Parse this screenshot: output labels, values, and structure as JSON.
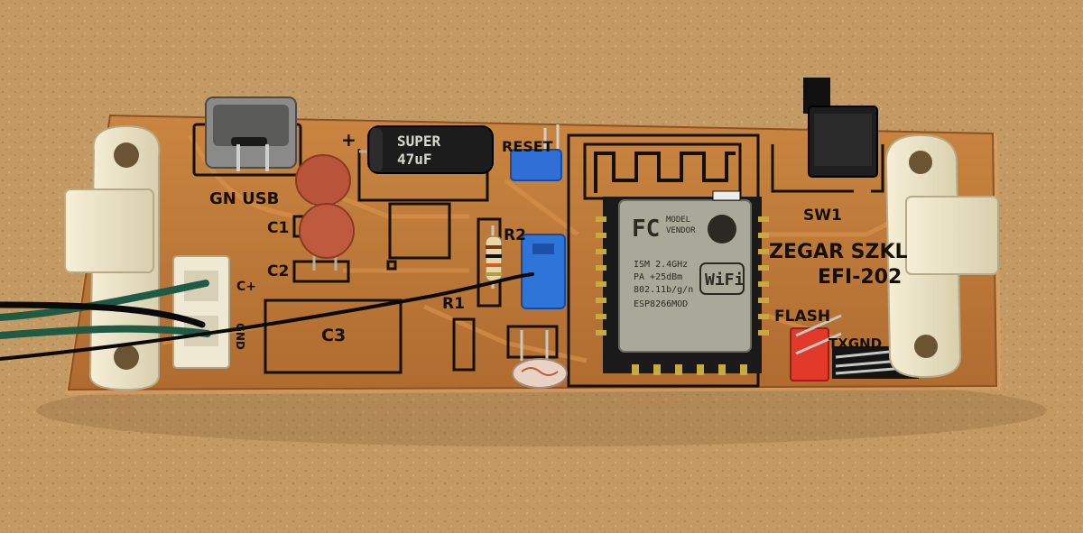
{
  "board": {
    "title_line1": "ZEGAR SZKL",
    "title_line2": "EFI-202",
    "labels": {
      "usb": "GN USB",
      "c1": "C1",
      "c2": "C2",
      "c3": "C3",
      "r1": "R1",
      "r2": "R2",
      "reset": "RESET",
      "sw1": "SW1",
      "flash": "FLASH",
      "txgnd": "TXGND",
      "plus": "+",
      "c_plus": "C+",
      "gnd": "GND"
    }
  },
  "module": {
    "fc": "FC",
    "model": "MODEL",
    "vendor": "VENDOR",
    "ism": "ISM 2.4GHz",
    "pa": "PA +25dBm",
    "std": "802.11b/g/n",
    "name": "ESP8266MOD",
    "wifi": "WiFi"
  },
  "capacitor": {
    "brand": "SUPER",
    "value": "47uF"
  },
  "colors": {
    "table": "#c49a64",
    "pcb": "#c07a3a",
    "silkscreen": "#141008",
    "mount": "#efe6c8",
    "module_shield": "#a8a898",
    "jumper": "#2f6fd6",
    "led_red": "#e23a2a"
  }
}
